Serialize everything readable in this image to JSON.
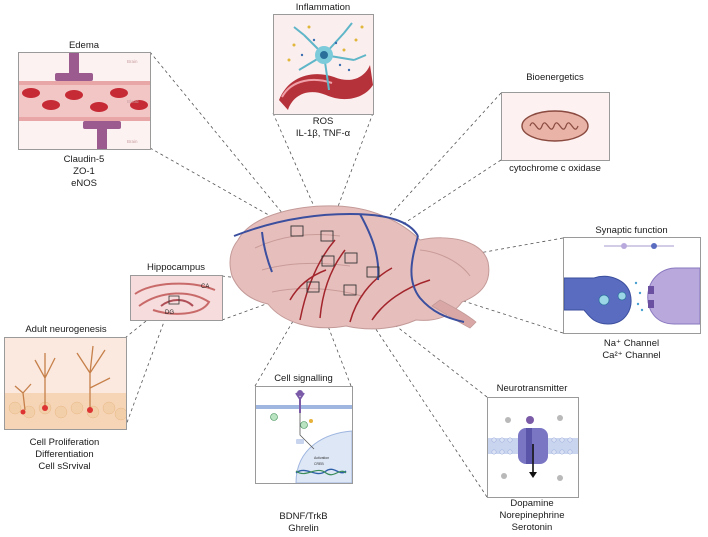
{
  "panels": {
    "inflammation": {
      "title": "Inflammation",
      "markers": [
        "ROS",
        "IL-1β, TNF-α"
      ]
    },
    "edema": {
      "title": "Edema",
      "markers": [
        "Claudin-5",
        "ZO-1",
        "eNOS"
      ],
      "layer_labels": [
        "Brain",
        "Blood",
        "Brain"
      ]
    },
    "bioenergetics": {
      "title": "Bioenergetics",
      "markers": [
        "cytochrome c oxidase"
      ]
    },
    "synaptic": {
      "title": "Synaptic function",
      "markers": [
        "Na⁺ Channel",
        "Ca²⁺ Channel"
      ]
    },
    "hippocampus": {
      "title": "Hippocampus",
      "region_labels": [
        "CA",
        "DG"
      ]
    },
    "neurogenesis": {
      "title": "Adult neurogenesis",
      "markers": [
        "Cell Proliferation",
        "Differentiation",
        "Cell sSrvival"
      ]
    },
    "signalling": {
      "title": "Cell signalling",
      "markers": [
        "BDNF/TrkB",
        "Ghrelin"
      ],
      "inner_labels": [
        "Activation",
        "CREB"
      ]
    },
    "neurotransmitter": {
      "title": "Neurotransmitter",
      "markers": [
        "Dopamine",
        "Norepinephrine",
        "Serotonin"
      ]
    }
  },
  "colors": {
    "panel_border": "#9a9a9a",
    "vessel_red": "#a3252c",
    "vessel_blue": "#3b4f9e",
    "brain_pink": "#e6bfbd",
    "membrane_purple": "#6b72b8",
    "dashed_line": "#555555"
  }
}
